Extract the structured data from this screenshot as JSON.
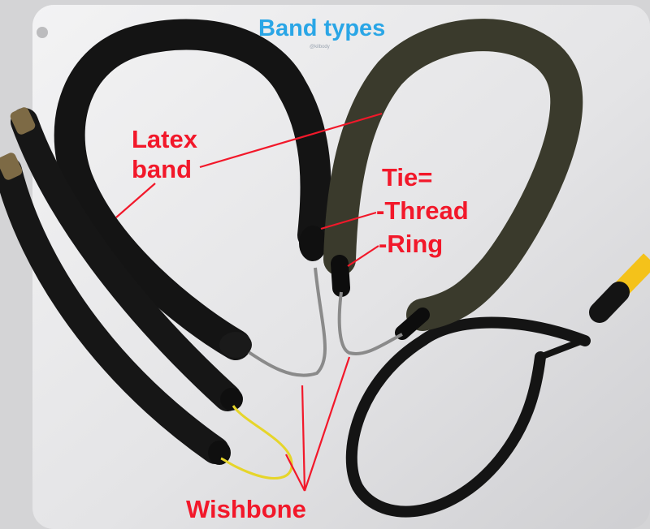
{
  "title": "Band types",
  "credit": "@kilbody",
  "labels": {
    "latex_line1": "Latex",
    "latex_line2": "band",
    "tie_line1": "Tie=",
    "tie_line2": "-Thread",
    "ring": "-Ring",
    "wishbone": "Wishbone"
  },
  "colors": {
    "title": "#2aa6e6",
    "labels": "#f2182a",
    "background": "#e6e6e8",
    "band_black": "#141414",
    "band_olive": "#3a3a2c",
    "wishbone_wire": "#8a8a8a",
    "wishbone_thread": "#e6d52a",
    "spear_shaft": "#f4c21a"
  }
}
